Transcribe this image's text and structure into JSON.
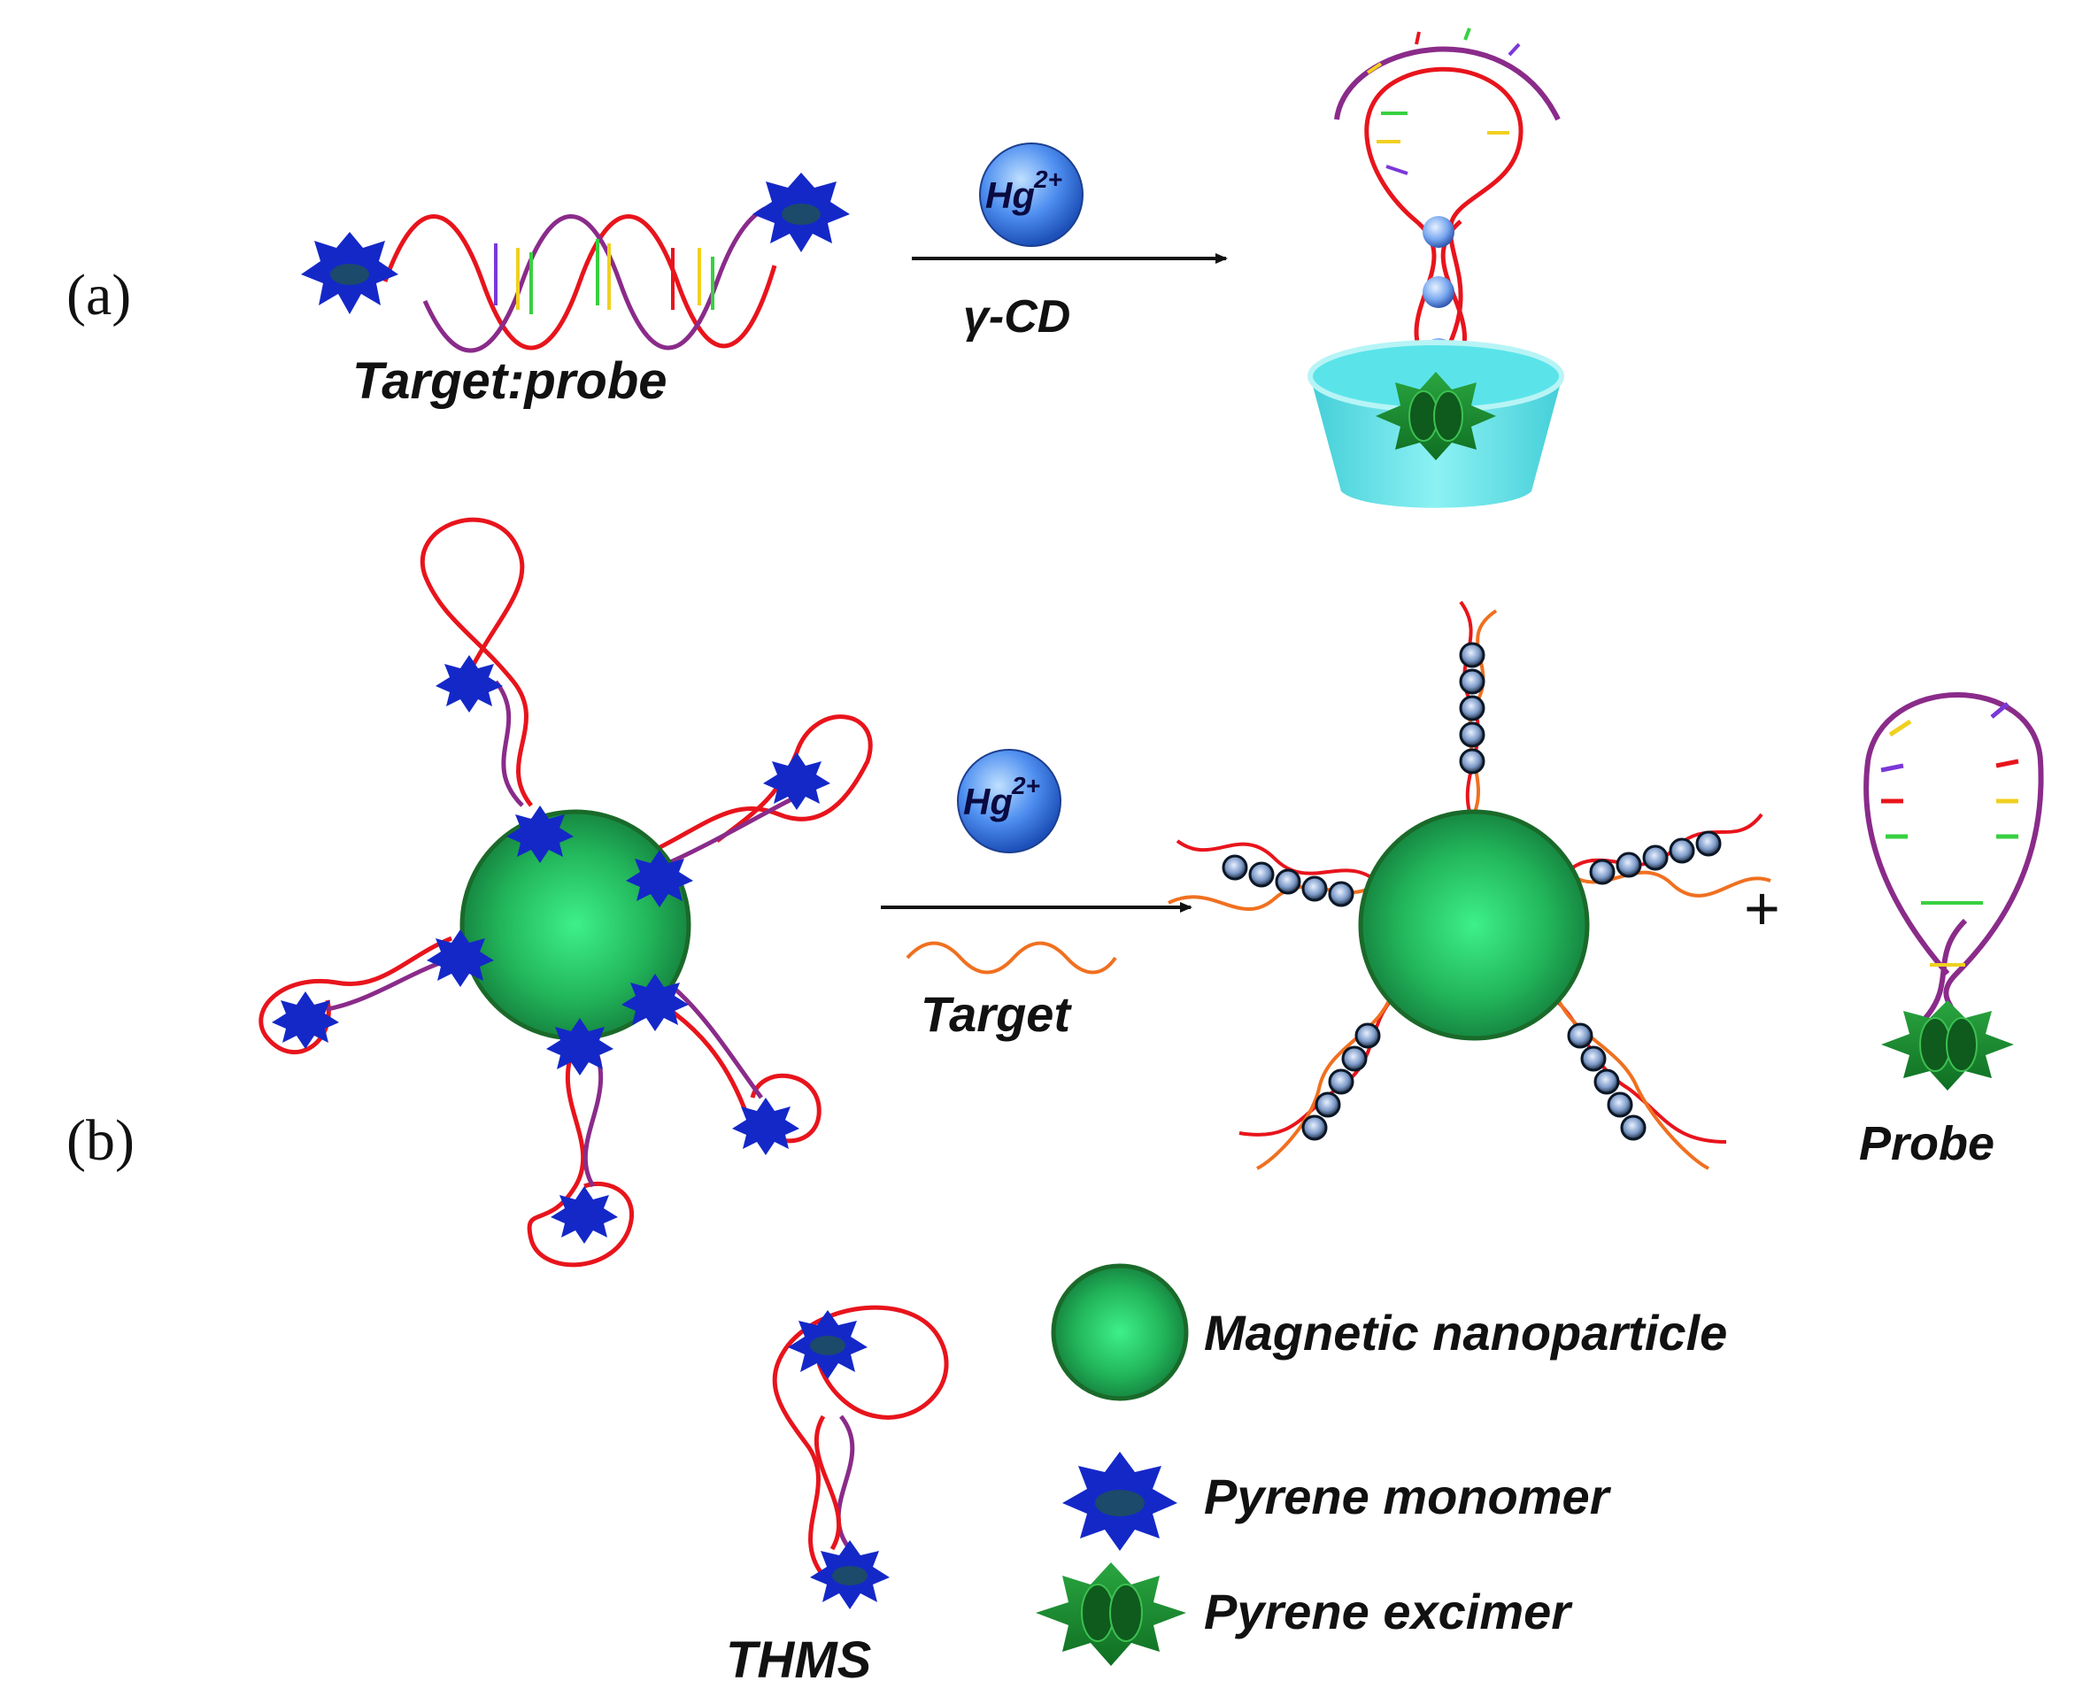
{
  "panels": {
    "a": "(a)",
    "b": "(b)"
  },
  "panel_a": {
    "reactant_label": "Target:probe",
    "reagent": "Hg",
    "reagent_charge": "2+",
    "condition": "γ-CD"
  },
  "panel_b": {
    "reagent": "Hg",
    "reagent_charge": "2+",
    "condition": "Target",
    "plus": "+",
    "product_label": "Probe"
  },
  "legend": {
    "thms": "THMS",
    "magnetic_nanoparticle": "Magnetic nanoparticle",
    "pyrene_monomer": "Pyrene monomer",
    "pyrene_excimer": "Pyrene excimer"
  },
  "colors": {
    "dna_red": "#e8141c",
    "dna_purple": "#8a2b8a",
    "monomer_blue": "#1428c8",
    "excimer_green": "#1f9a35",
    "particle_green": "#22b55a",
    "hg_blue": "#4f8ff0",
    "cyclodextrin": "#3fd6e0",
    "target_orange": "#f07020"
  }
}
